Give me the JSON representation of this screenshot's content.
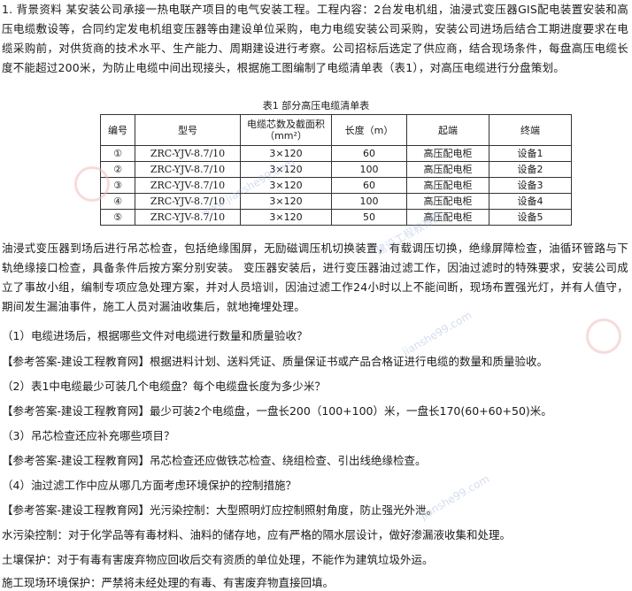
{
  "background": {
    "text": "1. 背景资料 某安装公司承接一热电联产项目的电气安装工程。工程内容：2台发电机组，油浸式变压器GIS配电装置安装和高压电缆敷设等，合同约定发电机组变压器等由建设单位采购，电力电缆安装公司采购，安装公司进场后结合工期进度要求在电缆采购前，对供货商的技术水平、生产能力、周期建设进行考察。公司招标后选定了供应商，结合现场条件，每盘高压电缆长度不能超过200米，为防止电缆中间出现接头，根据施工图编制了电缆清单表（表1），对高压电缆进行分盘策划。"
  },
  "table": {
    "caption": "表1  部分高压电缆清单表",
    "headers": [
      "编号",
      "型号",
      "电缆芯数及截面积（mm²）",
      "长度（m）",
      "起端",
      "终端"
    ],
    "rows": [
      [
        "①",
        "ZRC-YJV-8.7/10",
        "3×120",
        "60",
        "高压配电柜",
        "设备1"
      ],
      [
        "②",
        "ZRC-YJV-8.7/10",
        "3×120",
        "100",
        "高压配电柜",
        "设备2"
      ],
      [
        "③",
        "ZRC-YJV-8.7/10",
        "3×120",
        "60",
        "高压配电柜",
        "设备3"
      ],
      [
        "④",
        "ZRC-YJV-8.7/10",
        "3×120",
        "100",
        "高压配电柜",
        "设备4"
      ],
      [
        "⑤",
        "ZRC-YJV-8.7/10",
        "3×120",
        "50",
        "高压配电柜",
        "设备5"
      ]
    ]
  },
  "transformer": {
    "text": "油浸式变压器到场后进行吊芯检查，包括绝缘围屏，无励磁调压机切换装置，有载调压切换，绝缘屏障检查，油循环管路与下轨绝缘接口检查，具备条件后按方案分别安装。 变压器安装后，进行变压器油过滤工作，因油过滤时的特殊要求，安装公司成立了事故小组，编制专项应急处理方案，并对人员培训，因油过滤工作24小时以上不能间断，现场布置强光灯，并有人值守，期间发生漏油事件，施工人员对漏油收集后，就地掩埋处理。"
  },
  "qa": [
    {
      "q": "（1）电缆进场后，根据哪些文件对电缆进行数量和质量验收？",
      "a": "【参考答案-建设工程教育网】根据进料计划、送料凭证、质量保证书或产品合格证进行电缆的数量和质量验收。"
    },
    {
      "q": "（2）表1中电缆最少可装几个电缆盘？每个电缆盘长度为多少米？",
      "a": "【参考答案-建设工程教育网】最少可装2个电缆盘，一盘长200（100+100）米，一盘长170(60+60+50)米。"
    },
    {
      "q": "（3）吊芯检查还应补充哪些项目？",
      "a": "【参考答案-建设工程教育网】吊芯检查还应做铁芯检查、绕组检查、引出线绝缘检查。"
    },
    {
      "q": "（4）油过滤工作中应从哪几方面考虑环境保护的控制措施？",
      "a": "【参考答案-建设工程教育网】光污染控制：大型照明灯应控制照射角度，防止强光外泄。"
    }
  ],
  "extra": [
    "水污染控制：对于化学品等有毒材料、油料的储存地，应有严格的隔水层设计，做好渗漏液收集和处理。",
    "土壤保护：对于有毒有害废弃物应回收后交有资质的单位处理，不能作为建筑垃圾外运。",
    "施工现场环境保护：严禁将未经处理的有毒、有害废弃物直接回填。"
  ],
  "watermarks": [
    "www.jianshe99.com",
    "建设工程教育网",
    "jianshe99.com"
  ]
}
